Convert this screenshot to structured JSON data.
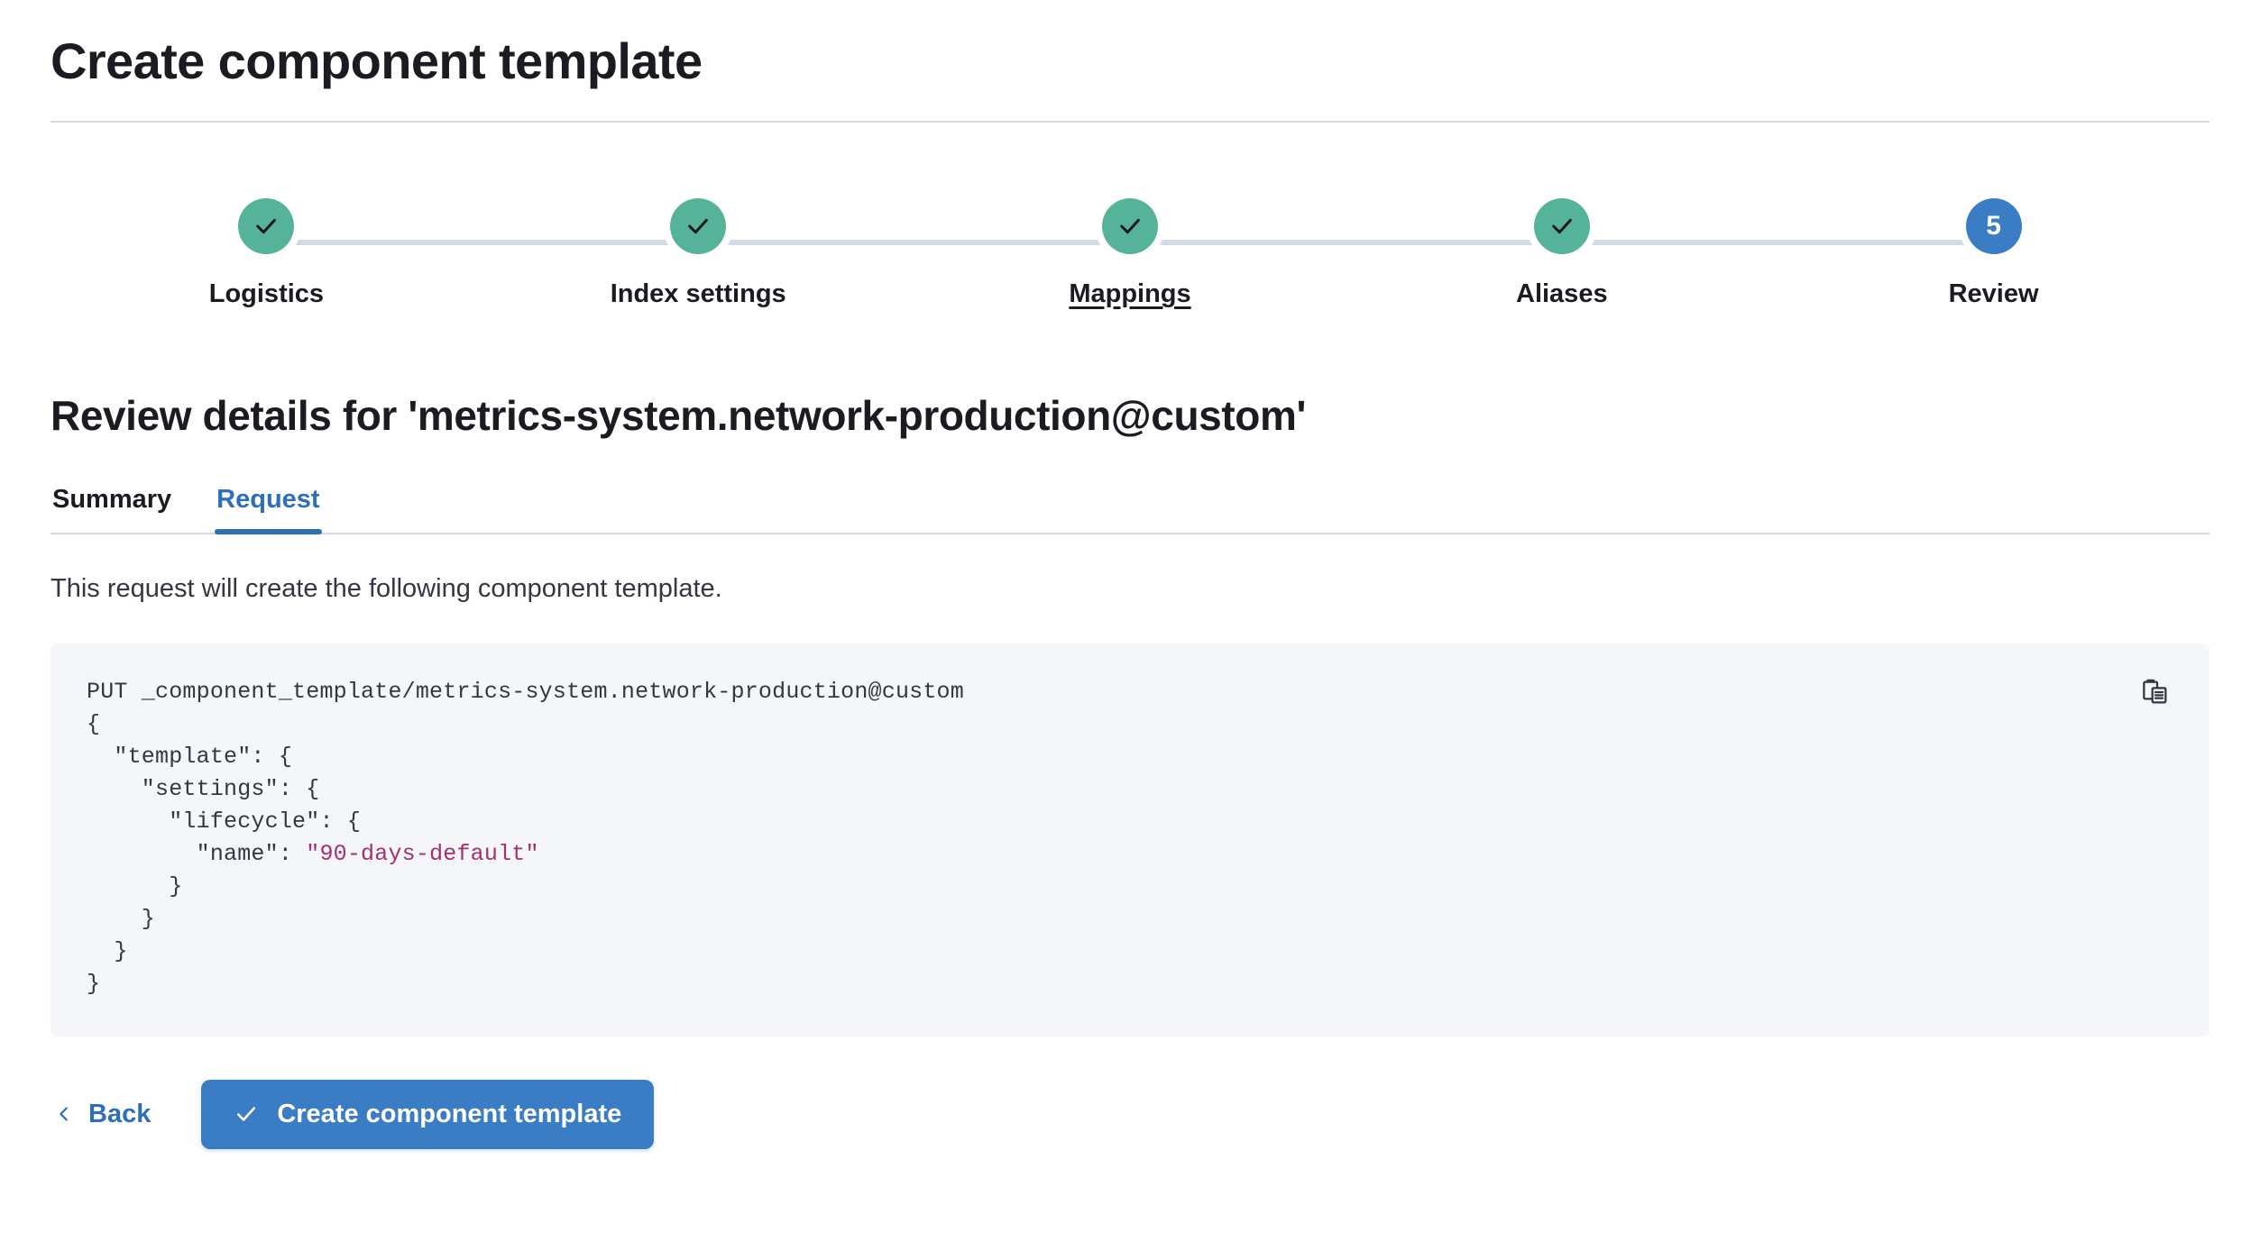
{
  "header": {
    "title": "Create component template"
  },
  "stepper": {
    "steps": [
      {
        "label": "Logistics",
        "state": "complete",
        "marker": "check",
        "hovered": false
      },
      {
        "label": "Index settings",
        "state": "complete",
        "marker": "check",
        "hovered": false
      },
      {
        "label": "Mappings",
        "state": "complete",
        "marker": "check",
        "hovered": true
      },
      {
        "label": "Aliases",
        "state": "complete",
        "marker": "check",
        "hovered": false
      },
      {
        "label": "Review",
        "state": "current",
        "marker": "5",
        "hovered": false
      }
    ],
    "complete_color": "#54B399",
    "current_color": "#3A7DC4",
    "track_color": "#D3DAE6"
  },
  "review": {
    "section_title": "Review details for 'metrics-system.network-production@custom'",
    "tabs": [
      {
        "label": "Summary",
        "active": false
      },
      {
        "label": "Request",
        "active": true
      }
    ],
    "description": "This request will create the following component template.",
    "accent_color": "#2E6FB8"
  },
  "code": {
    "copy_icon": "clipboard-copy-icon",
    "request_line": "PUT _component_template/metrics-system.network-production@custom",
    "body_before_value": "{\n  \"template\": {\n    \"settings\": {\n      \"lifecycle\": {\n        \"name\": ",
    "lifecycle_value": "\"90-days-default\"",
    "body_after_value": "\n      }\n    }\n  }\n}",
    "string_color": "#A6306E",
    "background": "#F5F6FA"
  },
  "footer": {
    "back_label": "Back",
    "back_icon": "chevron-left-icon",
    "submit_label": "Create component template",
    "submit_icon": "check-icon"
  }
}
